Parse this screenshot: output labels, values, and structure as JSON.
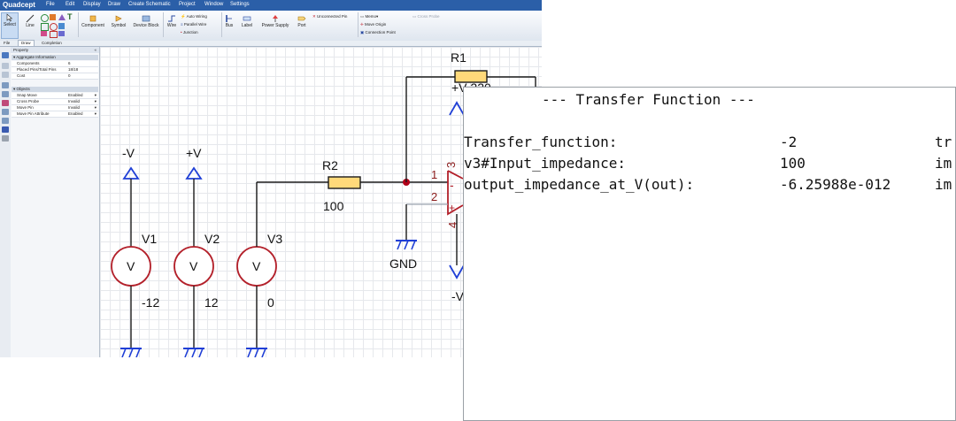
{
  "app": {
    "name": "Quadcept"
  },
  "menu": [
    "File",
    "Edit",
    "Display",
    "Draw",
    "Create Schematic",
    "Project",
    "Window",
    "Settings"
  ],
  "ribbon": {
    "select": "Select",
    "line": "Line",
    "component": "Component",
    "symbol": "Symbol",
    "device_block": "Device Block",
    "wire": "Wire",
    "auto_wiring": "Auto Wiring",
    "parallel_wire": "Parallel Wire",
    "junction": "Junction",
    "bus": "Bus",
    "label": "Label",
    "power_supply": "Power Supply",
    "port": "Port",
    "unconnected_pin": "Unconnected Pin",
    "memo": "Memo",
    "move_origin": "Move Origin",
    "connection_point": "Connection Point",
    "cross_probe": "Cross Probe"
  },
  "tabs": [
    "File",
    "Draw",
    "Completion"
  ],
  "panel": {
    "title": "Property",
    "aggregate_title": "Aggregate Information",
    "aggregate": [
      {
        "key": "Components",
        "value": "6"
      },
      {
        "key": "Placed Pins/Total Pins",
        "value": "18/18"
      },
      {
        "key": "Cost",
        "value": "0"
      }
    ],
    "objects_title": "Objects",
    "objects": [
      {
        "key": "Snap Move",
        "value": "Enabled"
      },
      {
        "key": "Cross Probe",
        "value": "Invalid"
      },
      {
        "key": "Move Pin",
        "value": "Invalid"
      },
      {
        "key": "Move Pin Attribute",
        "value": "Enabled"
      }
    ]
  },
  "schematic": {
    "src_neg": {
      "label": "-V"
    },
    "src_pos": {
      "label": "+V"
    },
    "v1": {
      "name": "V1",
      "value": "-12",
      "symbol": "V"
    },
    "v2": {
      "name": "V2",
      "value": "12",
      "symbol": "V"
    },
    "v3": {
      "name": "V3",
      "value": "0",
      "symbol": "V"
    },
    "r1": {
      "name": "R1",
      "value_partial": "+V    220"
    },
    "r2": {
      "name": "R2",
      "value": "100"
    },
    "gnd": "GND",
    "opamp_pins": [
      "1",
      "2",
      "3",
      "4"
    ],
    "opamp_bottom_label": "-V"
  },
  "transfer_function": {
    "title": "--- Transfer Function ---",
    "rows": [
      {
        "name": "Transfer_function:",
        "value": "-2",
        "unit": "tr"
      },
      {
        "name": "v3#Input_impedance:",
        "value": "100",
        "unit": "im"
      },
      {
        "name": "output_impedance_at_V(out):",
        "value": "-6.25988e-012",
        "unit": "im"
      }
    ]
  },
  "colors": {
    "menubar": "#2b5fa8",
    "wire": "#1a1a1a",
    "source_red": "#b3202a",
    "power_blue": "#1f3fd6",
    "resistor_fill": "#ffd97a",
    "junction": "#b00018"
  }
}
